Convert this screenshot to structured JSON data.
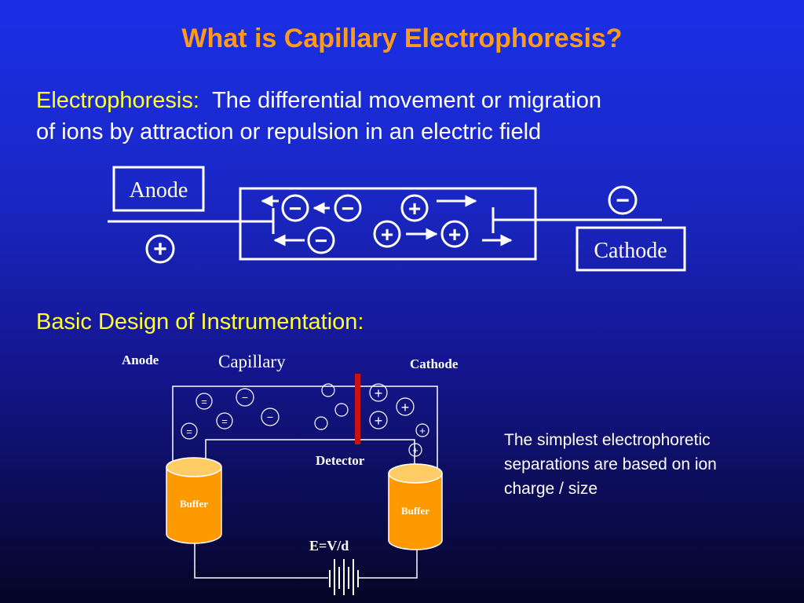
{
  "title": "What is Capillary Electrophoresis?",
  "definition": {
    "term": "Electrophoresis:",
    "line1_rest": "The differential movement or migration",
    "line2": "of ions by attraction or repulsion in an electric field"
  },
  "field_diagram": {
    "anode_label": "Anode",
    "cathode_label": "Cathode",
    "plus_symbol": "+",
    "minus_symbol": "−"
  },
  "instrument": {
    "heading": "Basic Design of Instrumentation:",
    "anode_label": "Anode",
    "capillary_label": "Capillary",
    "cathode_label": "Cathode",
    "detector_label": "Detector",
    "buffer_label": "Buffer",
    "field_equation": "E=V/d",
    "anion_double_symbol": "=",
    "anion_single_symbol": "−",
    "cation_symbol": "+"
  },
  "note": {
    "lines": [
      "The simplest electrophoretic",
      "separations are based on ion",
      "charge / size"
    ]
  },
  "colors": {
    "title": "#ff9a1a",
    "highlight": "#ffff33",
    "text": "#ffffff",
    "buffer_fill": "#ff9900",
    "detector": "#cc1111"
  }
}
